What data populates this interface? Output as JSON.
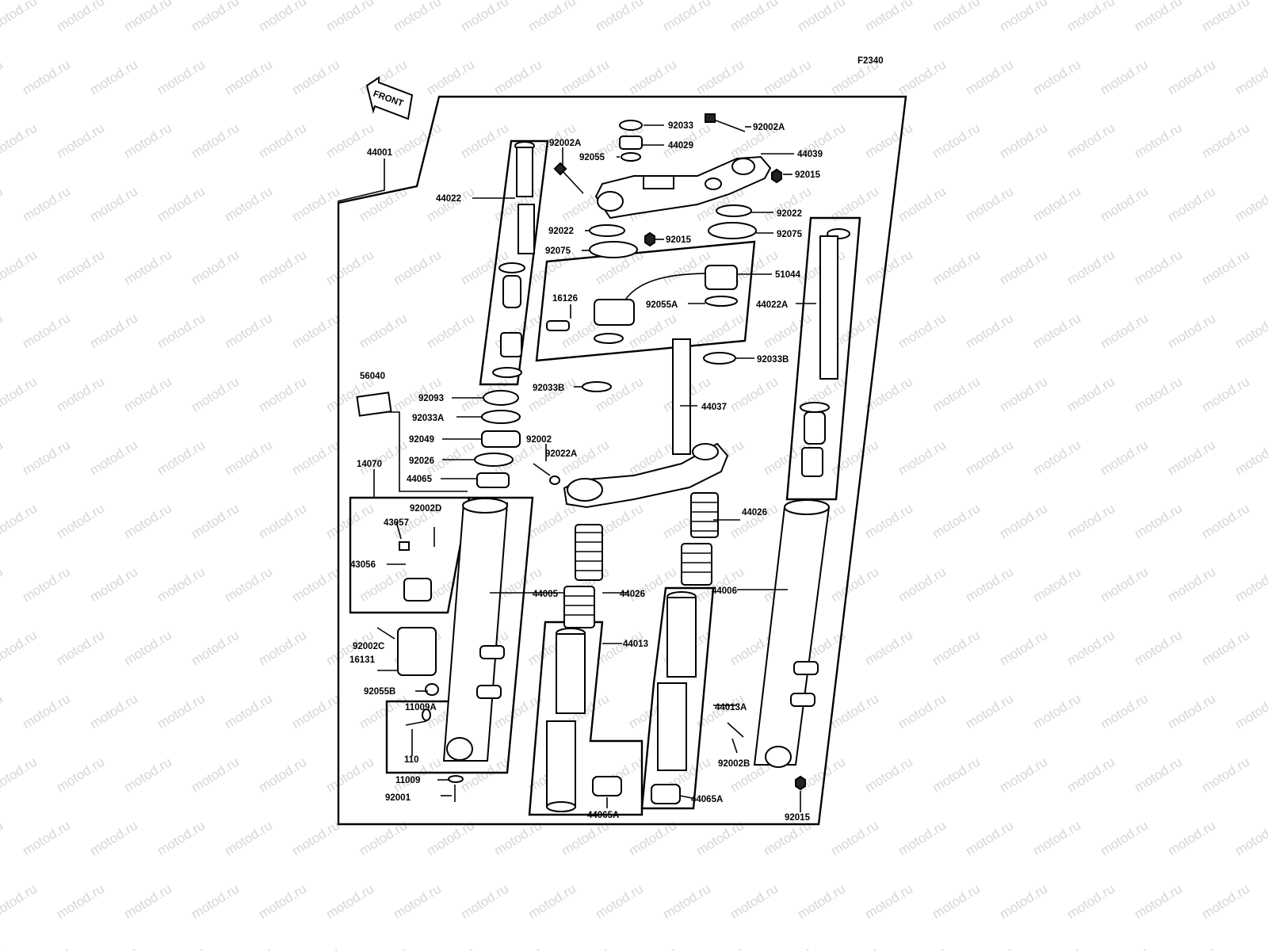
{
  "figure_code": "F2340",
  "front_label": "FRONT",
  "watermark": "motod.ru",
  "parts": {
    "p44001": "44001",
    "p44022": "44022",
    "p92002A_left": "92002A",
    "p92055": "92055",
    "p92033": "92033",
    "p44029": "44029",
    "p92002A_right": "92002A",
    "p44039": "44039",
    "p92015_top": "92015",
    "p92022_left": "92022",
    "p92022_right": "92022",
    "p92075_left": "92075",
    "p92015_mid": "92015",
    "p92075_right": "92075",
    "p51044": "51044",
    "p16126": "16126",
    "p92055A": "92055A",
    "p44022A": "44022A",
    "p92033B_right": "92033B",
    "p92033B_left": "92033B",
    "p44037": "44037",
    "p56040": "56040",
    "p92093": "92093",
    "p92033A": "92033A",
    "p92049": "92049",
    "p92026": "92026",
    "p44065": "44065",
    "p92002": "92002",
    "p92022A": "92022A",
    "p14070": "14070",
    "p92002D": "92002D",
    "p43057": "43057",
    "p43056": "43056",
    "p44005": "44005",
    "p44026_left": "44026",
    "p44026_right": "44026",
    "p44006": "44006",
    "p44013": "44013",
    "p92002C": "92002C",
    "p16131": "16131",
    "p92055B": "92055B",
    "p11009A": "11009A",
    "p110": "110",
    "p11009": "11009",
    "p92001": "92001",
    "p44013A": "44013A",
    "p92002B": "92002B",
    "p44065A_left": "44065A",
    "p44065A_right": "44065A",
    "p92015_bottom": "92015"
  }
}
